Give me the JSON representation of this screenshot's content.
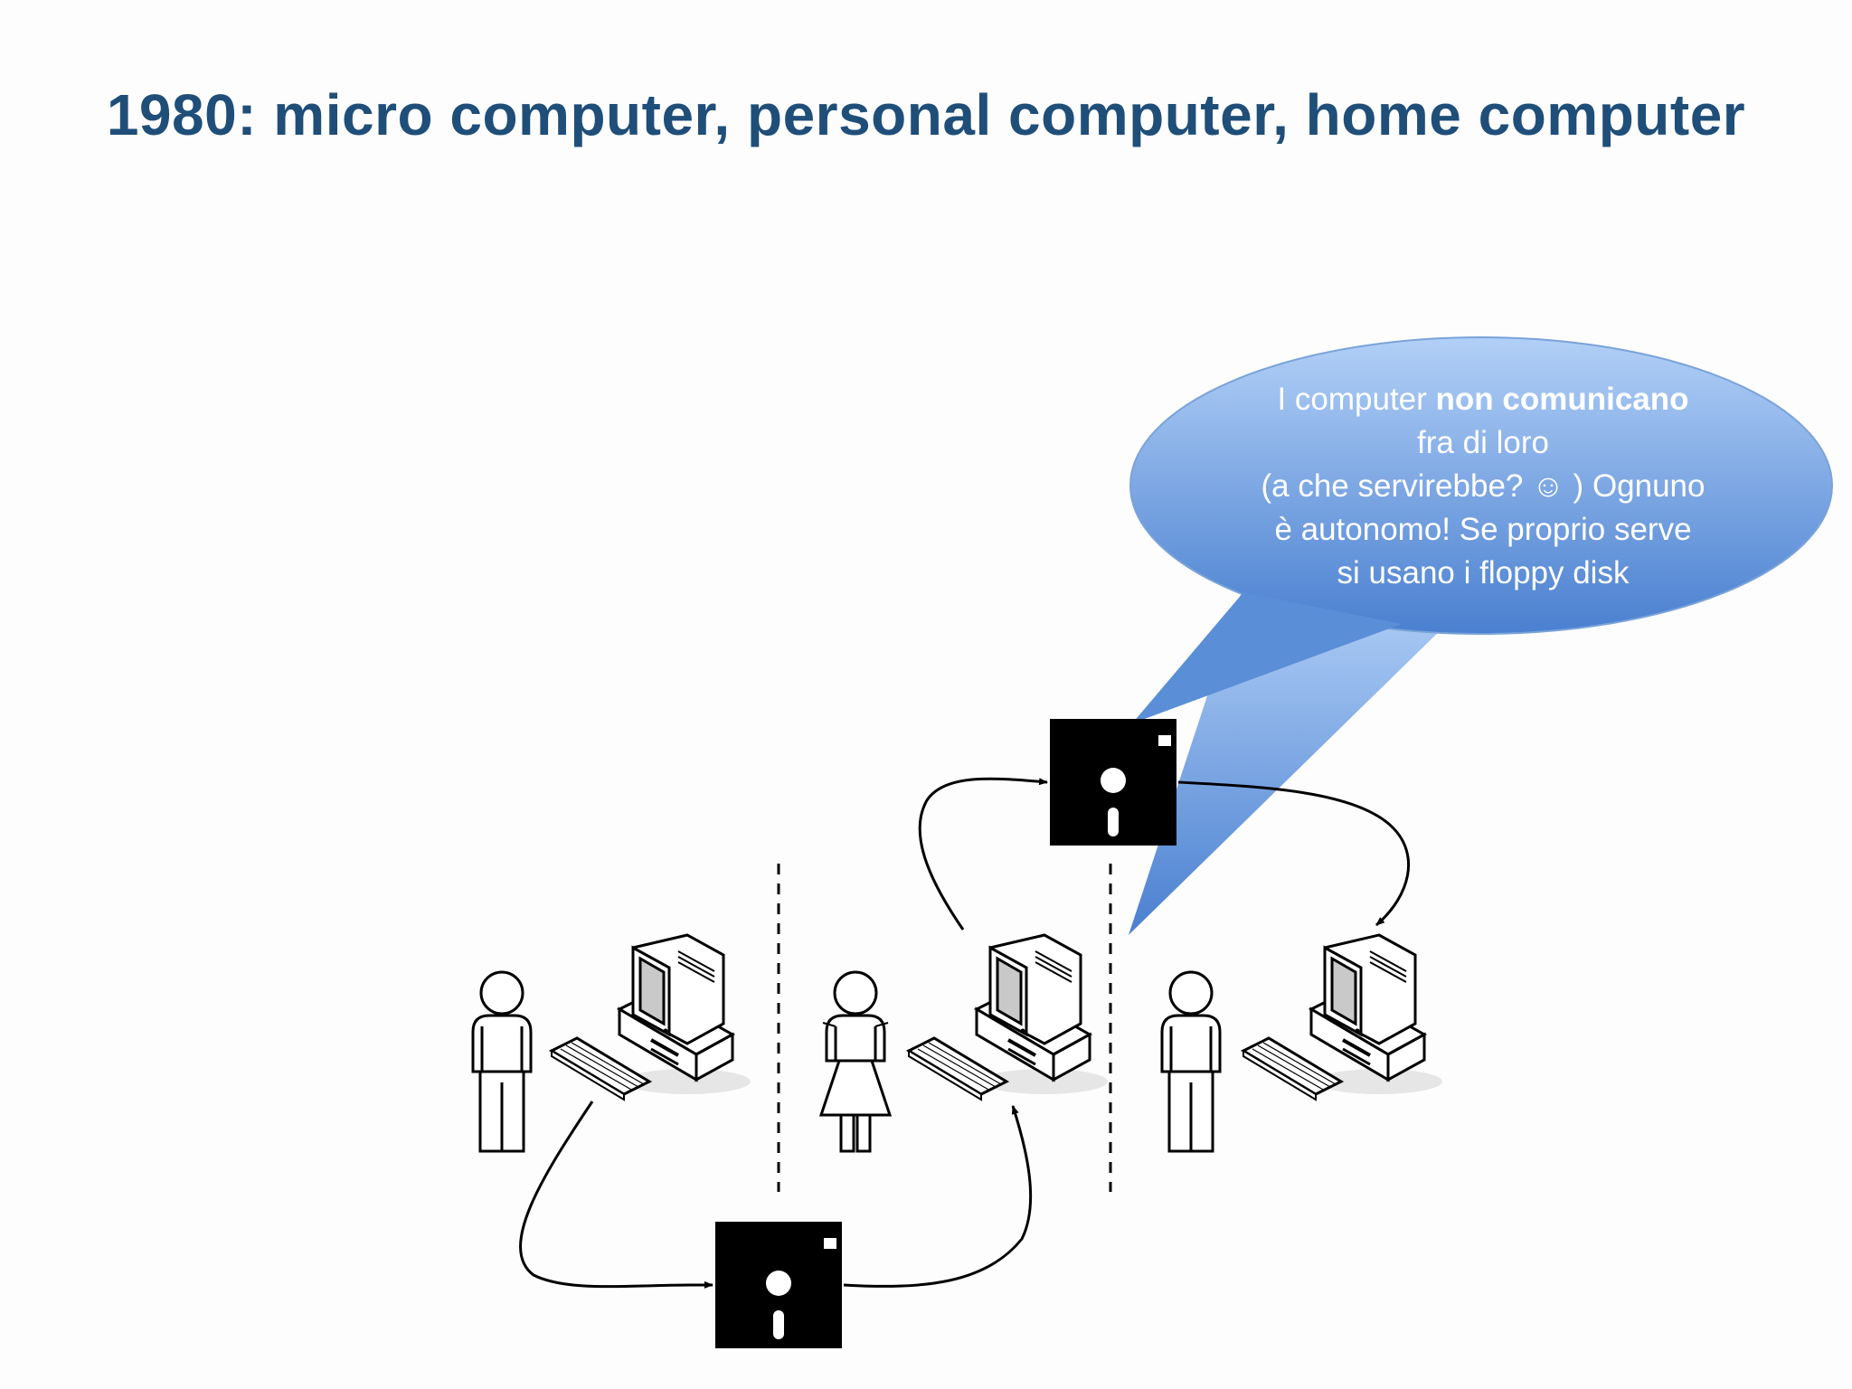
{
  "slide": {
    "title": "1980: micro computer, personal computer, home computer"
  },
  "callout": {
    "line1_pre": "I computer ",
    "line1_bold": "non comunicano",
    "line2": "fra di loro",
    "line3": "(a che servirebbe? ☺ ) Ognuno",
    "line4": "è autonomo! Se proprio serve",
    "line5": "si usano i floppy disk",
    "colors": {
      "top": "#a9cbf6",
      "bottom": "#4f86d4",
      "text": "#ffffff"
    }
  },
  "figures": [
    {
      "icon": "man-icon"
    },
    {
      "icon": "woman-icon"
    },
    {
      "icon": "man-icon"
    }
  ],
  "workstations": 3,
  "floppies": 2
}
